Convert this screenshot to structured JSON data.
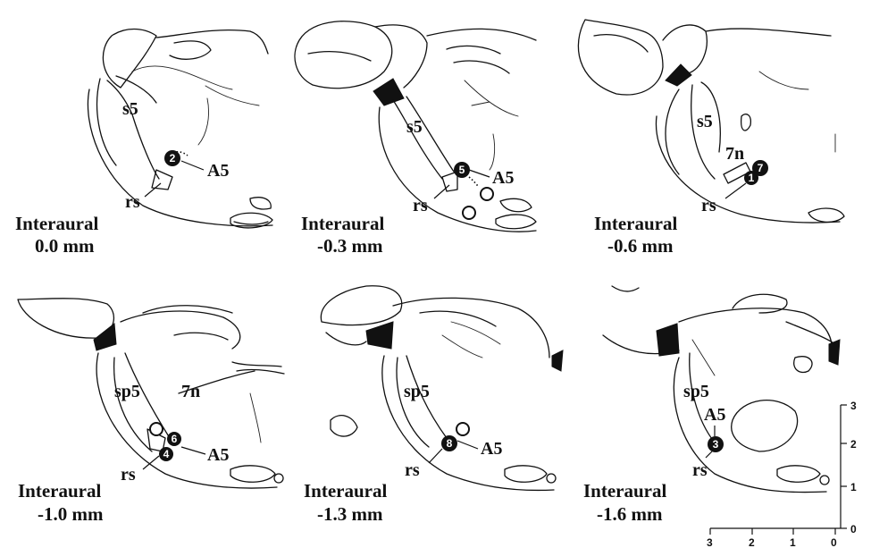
{
  "panels": [
    {
      "label_l1": "Interaural",
      "label_l2": "0.0  mm",
      "structures": [
        "s5",
        "A5",
        "rs"
      ],
      "sites": [
        "2"
      ]
    },
    {
      "label_l1": "Interaural",
      "label_l2": "-0.3  mm",
      "structures": [
        "s5",
        "A5",
        "rs"
      ],
      "sites": [
        "5"
      ]
    },
    {
      "label_l1": "Interaural",
      "label_l2": "-0.6  mm",
      "structures": [
        "s5",
        "7n",
        "rs"
      ],
      "sites": [
        "7",
        "1"
      ]
    },
    {
      "label_l1": "Interaural",
      "label_l2": "-1.0  mm",
      "structures": [
        "sp5",
        "7n",
        "A5",
        "rs"
      ],
      "sites": [
        "6",
        "4"
      ]
    },
    {
      "label_l1": "Interaural",
      "label_l2": "-1.3  mm",
      "structures": [
        "sp5",
        "A5",
        "rs"
      ],
      "sites": [
        "8"
      ]
    },
    {
      "label_l1": "Interaural",
      "label_l2": "-1.6  mm",
      "structures": [
        "sp5",
        "A5",
        "rs"
      ],
      "sites": [
        "3"
      ]
    }
  ],
  "scale": {
    "vertical_ticks": [
      "3",
      "2",
      "1",
      "0"
    ],
    "horizontal_ticks": [
      "3",
      "2",
      "1",
      "0"
    ]
  }
}
